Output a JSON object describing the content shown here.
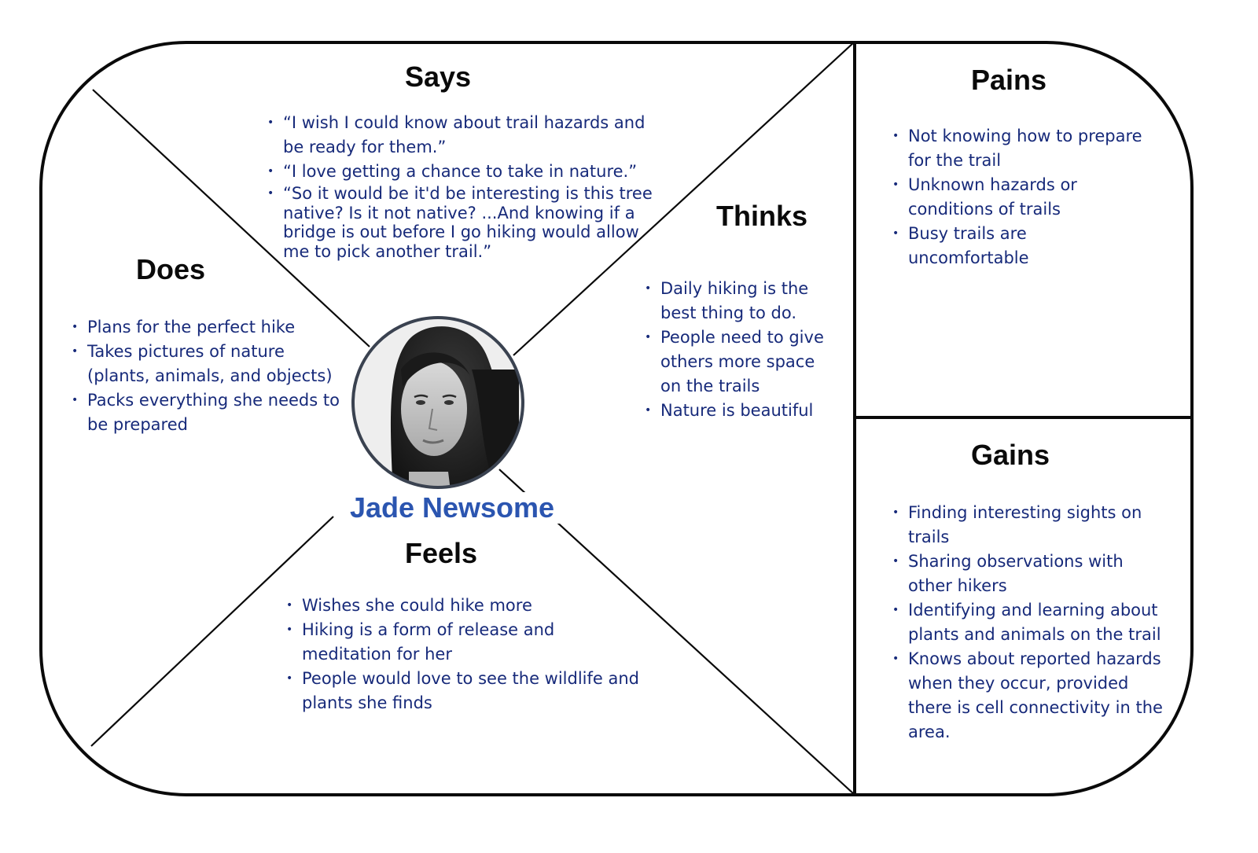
{
  "persona": {
    "name": "Jade Newsome",
    "avatar_icon": "person-portrait"
  },
  "colors": {
    "text": "#172a7a",
    "heading": "#0a0a0a",
    "name": "#2b55b0",
    "lines": "#0a0a0a"
  },
  "says": {
    "title": "Says",
    "items": [
      "“I wish I could know about trail hazards and be ready for them.”",
      "“I love getting a chance to take in nature.”",
      "“So it would be it'd be interesting is this tree native? Is it not native? ...And  knowing if a bridge is out before I go hiking would allow  me to pick another trail.”"
    ]
  },
  "thinks": {
    "title": "Thinks",
    "items": [
      "Daily hiking is the best thing to do.",
      "People need to give others more space on the trails",
      "Nature is beautiful"
    ]
  },
  "does": {
    "title": "Does",
    "items": [
      "Plans for the perfect hike",
      "Takes pictures of nature (plants, animals, and objects)",
      "Packs everything she needs to be prepared"
    ]
  },
  "feels": {
    "title": "Feels",
    "items": [
      "Wishes she could hike more",
      "Hiking is a form of release and meditation for her",
      "People would love to see the wildlife and plants she finds"
    ]
  },
  "pains": {
    "title": "Pains",
    "items": [
      "Not knowing how to prepare for the trail",
      "Unknown hazards or conditions of trails",
      "Busy trails are uncomfortable"
    ]
  },
  "gains": {
    "title": "Gains",
    "items": [
      "Finding interesting sights on trails",
      "Sharing observations with other hikers",
      "Identifying and learning about plants and animals on the trail",
      "Knows about reported hazards when they occur, provided there is cell connectivity in the area."
    ]
  }
}
